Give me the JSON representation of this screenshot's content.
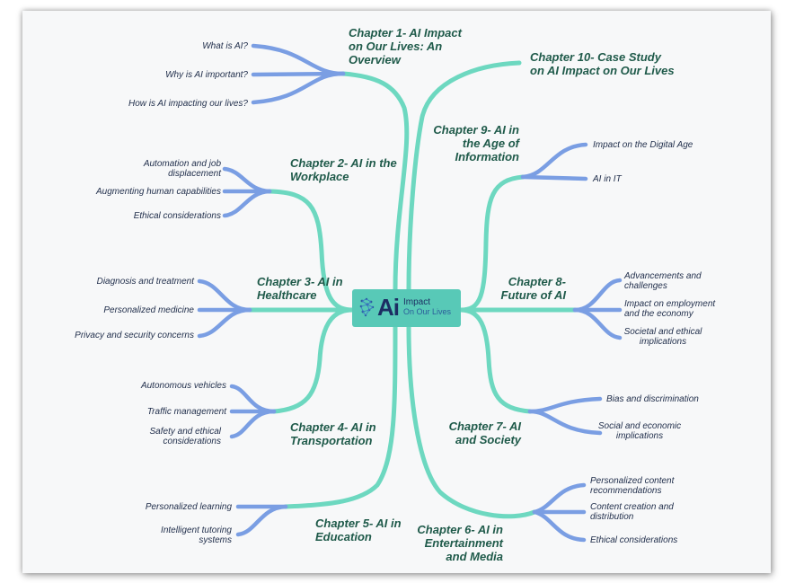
{
  "center": {
    "logo_text": "Ai",
    "line1": "Impact",
    "line2": "On Our Lives"
  },
  "chapters": {
    "ch1": [
      "Chapter 1- AI Impact",
      "on Our Lives: An",
      "Overview"
    ],
    "ch2": [
      "Chapter 2- AI in the",
      "Workplace"
    ],
    "ch3": [
      "Chapter 3- AI in",
      "Healthcare"
    ],
    "ch4": [
      "Chapter 4- AI in",
      "Transportation"
    ],
    "ch5": [
      "Chapter 5- AI in",
      "Education"
    ],
    "ch6": [
      "Chapter 6- AI in",
      "Entertainment",
      "and Media"
    ],
    "ch7": [
      "Chapter 7- AI",
      "and Society"
    ],
    "ch8": [
      "Chapter 8-",
      "Future of AI"
    ],
    "ch9": [
      "Chapter 9- AI in",
      "the Age of",
      "Information"
    ],
    "ch10": [
      "Chapter 10- Case Study",
      "on AI Impact on Our Lives"
    ]
  },
  "topics": {
    "ch1": [
      "What is AI?",
      "Why is AI important?",
      "How is AI impacting our lives?"
    ],
    "ch2": [
      [
        "Automation and job",
        "displacement"
      ],
      "Augmenting human capabilities",
      "Ethical considerations"
    ],
    "ch3": [
      "Diagnosis and treatment",
      "Personalized medicine",
      "Privacy and security concerns"
    ],
    "ch4": [
      "Autonomous vehicles",
      "Traffic management",
      [
        "Safety and ethical",
        "considerations"
      ]
    ],
    "ch5": [
      "Personalized learning",
      [
        "Intelligent tutoring",
        "systems"
      ]
    ],
    "ch6": [
      [
        "Personalized content",
        "recommendations"
      ],
      [
        "Content creation and",
        "distribution"
      ],
      "Ethical considerations"
    ],
    "ch7": [
      "Bias and discrimination",
      [
        "Social and economic",
        "implications"
      ]
    ],
    "ch8": [
      [
        "Advancements and",
        "challenges"
      ],
      [
        "Impact on employment",
        "and the economy"
      ],
      [
        "Societal and ethical",
        "implications"
      ]
    ],
    "ch9": [
      "Impact on the Digital Age",
      "AI in IT"
    ]
  },
  "colors": {
    "branch": "#6dd8c0",
    "twig": "#7a9ee3",
    "center_fill": "#58c9b7",
    "chapter_text": "#1f5a4a",
    "topic_text": "#1f2d4a",
    "logo_text": "#1c2e63"
  }
}
